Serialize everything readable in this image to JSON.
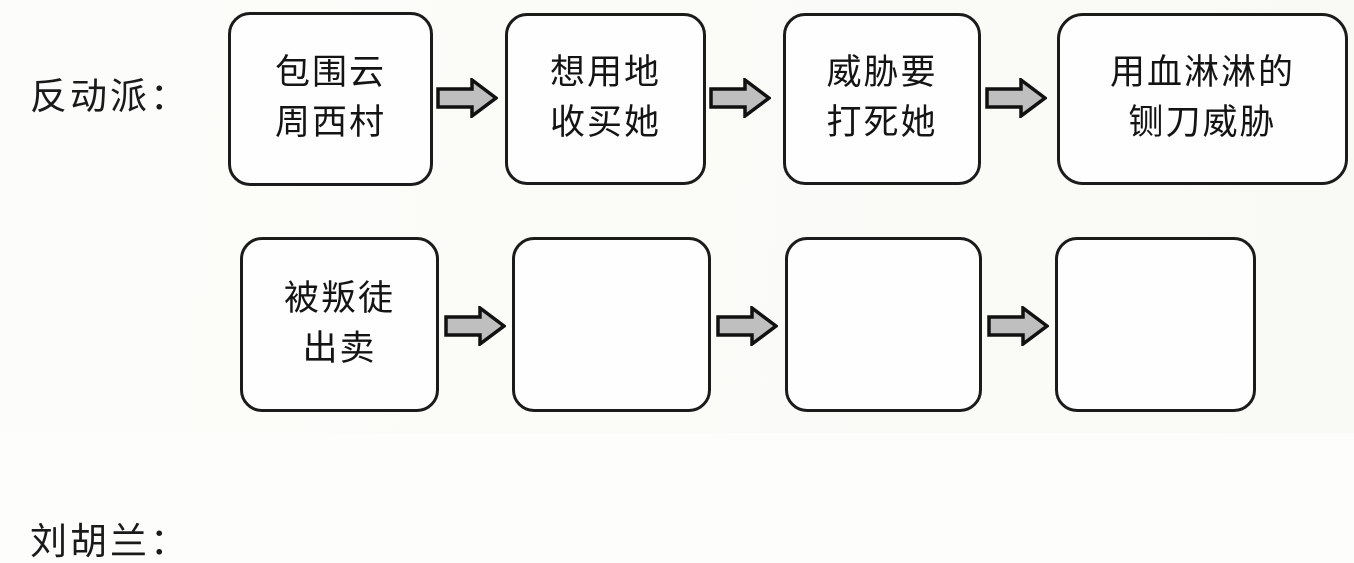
{
  "diagram": {
    "type": "flowchart",
    "background_color": "#fdfdfb",
    "box_border_color": "#1b1b1b",
    "arrow_fill_color": "#bfbfbf",
    "arrow_outline_color": "#111111",
    "rows": [
      {
        "label": "反动派：",
        "nodes": [
          {
            "text": "包围云\n周西村"
          },
          {
            "text": "想用地\n收买她"
          },
          {
            "text": "威胁要\n打死她"
          },
          {
            "text": "用血淋淋的\n铡刀威胁"
          }
        ],
        "arrows": [
          {
            "name": "arrow-right"
          },
          {
            "name": "arrow-right"
          },
          {
            "name": "arrow-right"
          }
        ]
      },
      {
        "label": "刘胡兰：",
        "nodes": [
          {
            "text": "被叛徒\n出卖"
          },
          {
            "text": ""
          },
          {
            "text": ""
          },
          {
            "text": ""
          }
        ],
        "arrows": [
          {
            "name": "arrow-right"
          },
          {
            "name": "arrow-right"
          },
          {
            "name": "arrow-right"
          }
        ]
      }
    ]
  }
}
